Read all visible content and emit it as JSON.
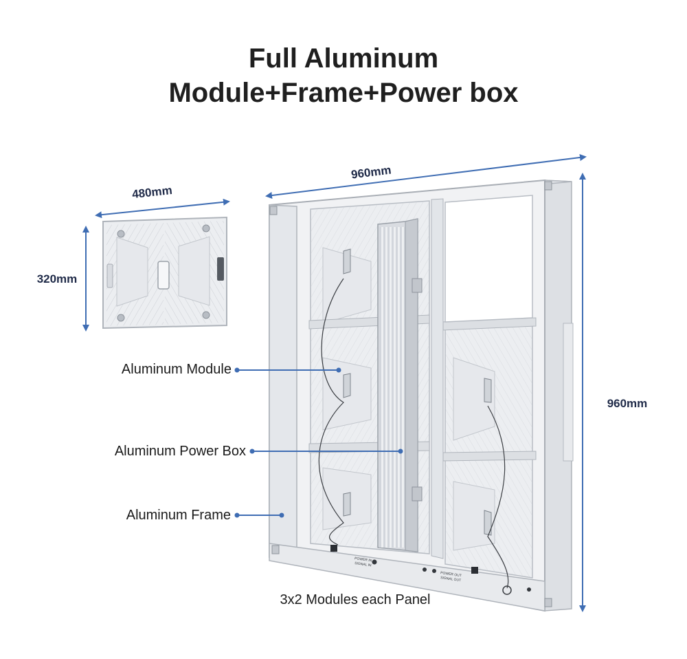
{
  "title": {
    "line1": "Full Aluminum",
    "line2": "Module+Frame+Power box"
  },
  "module_dimensions": {
    "width": "480mm",
    "height": "320mm"
  },
  "panel_dimensions": {
    "width": "960mm",
    "height": "960mm"
  },
  "callouts": {
    "module": "Aluminum Module",
    "power_box": "Aluminum Power Box",
    "frame": "Aluminum Frame"
  },
  "panel_markings": {
    "input_top": "POWER IN",
    "input_bottom": "SIGNAL IN",
    "output_top": "POWER OUT",
    "output_bottom": "SIGNAL OUT"
  },
  "caption": "3x2 Modules each Panel",
  "colors": {
    "dimension_arrow": "#3f6db3",
    "callout_line": "#3f6db3",
    "aluminum": "#e9ebee",
    "aluminum_edge": "#b9bec6",
    "title_text": "#1f1f1f"
  }
}
